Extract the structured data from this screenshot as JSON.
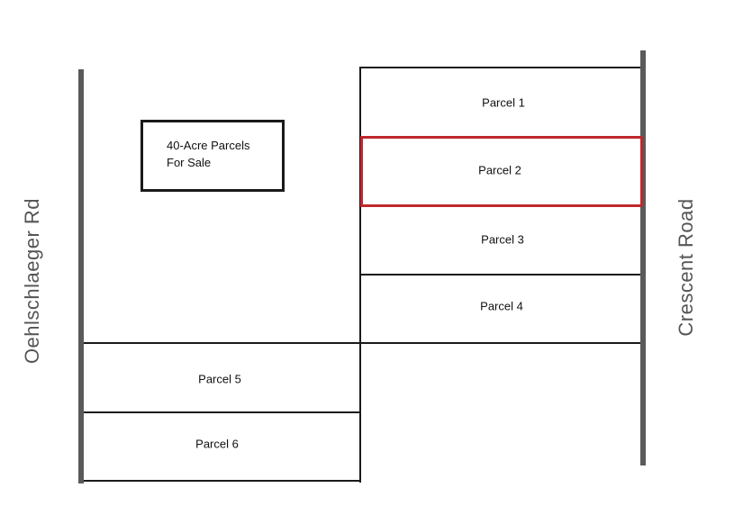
{
  "map": {
    "sign": {
      "line1": "40-Acre Parcels",
      "line2": "For Sale"
    },
    "roads": {
      "left": "Oehlschlaeger Rd",
      "right": "Crescent Road"
    },
    "parcels": [
      {
        "label": "Parcel 1",
        "highlighted": false
      },
      {
        "label": "Parcel 2",
        "highlighted": true
      },
      {
        "label": "Parcel 3",
        "highlighted": false
      },
      {
        "label": "Parcel 4",
        "highlighted": false
      },
      {
        "label": "Parcel 5",
        "highlighted": false
      },
      {
        "label": "Parcel 6",
        "highlighted": false
      }
    ],
    "colors": {
      "road": "#5a5a5a",
      "boundary": "#1a1a1a",
      "highlight": "#c0282c"
    }
  }
}
